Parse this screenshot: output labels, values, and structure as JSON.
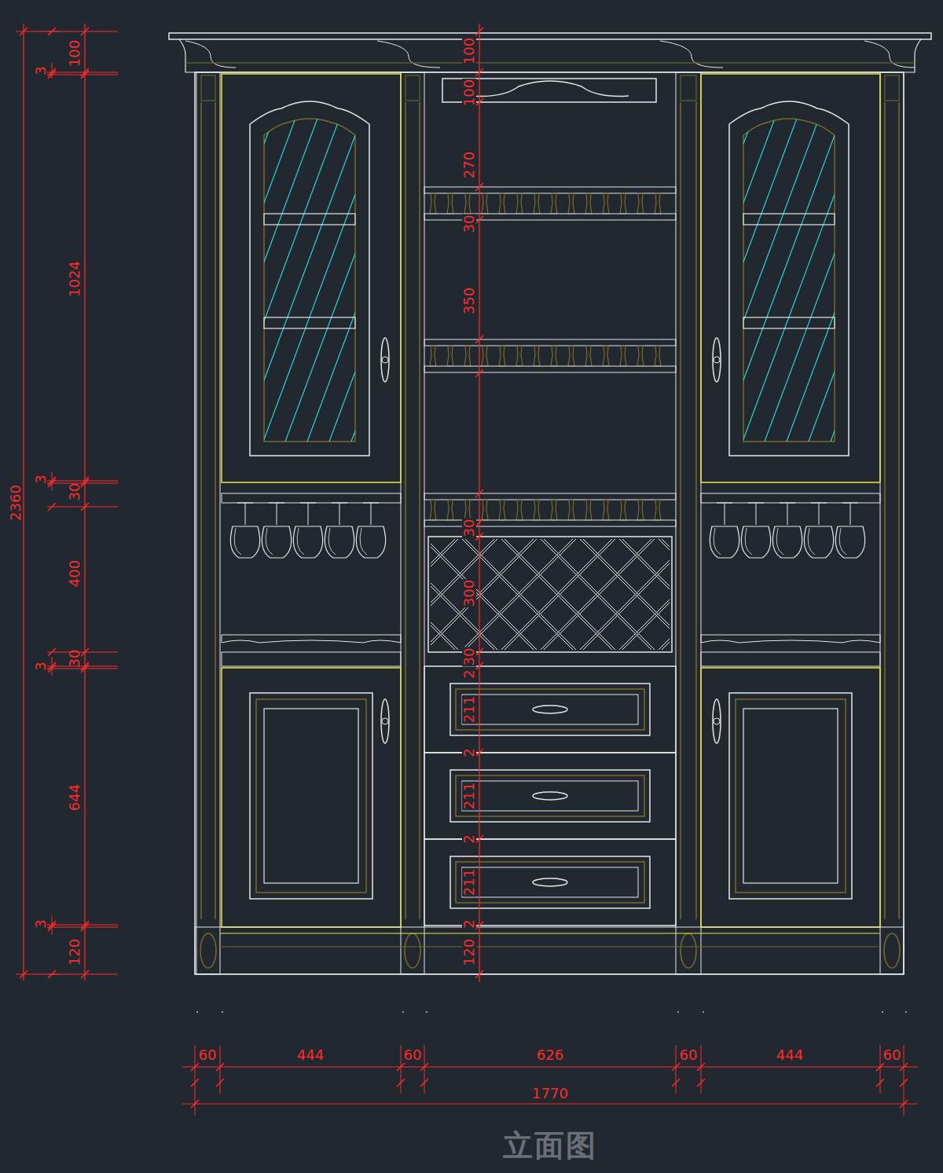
{
  "diagram": {
    "caption": "立面图",
    "labels": [
      "2360",
      "100",
      "3",
      "1024",
      "3",
      "30",
      "400",
      "3",
      "30",
      "644",
      "3",
      "120",
      "100",
      "100",
      "270",
      "30",
      "350",
      "30",
      "300",
      "30",
      "2",
      "211",
      "2",
      "211",
      "2",
      "211",
      "2",
      "120",
      "60",
      "444",
      "60",
      "626",
      "60",
      "444",
      "60",
      "1770"
    ]
  }
}
